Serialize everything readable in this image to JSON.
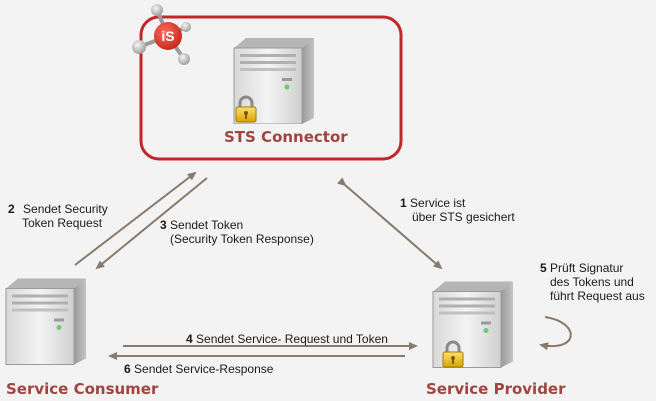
{
  "logo": {
    "text": "iS",
    "icon": "molecule-logo"
  },
  "nodes": {
    "sts": {
      "title": "STS Connector",
      "icon": "server-locked"
    },
    "consumer": {
      "title": "Service Consumer",
      "icon": "server"
    },
    "provider": {
      "title": "Service Provider",
      "icon": "server-locked"
    }
  },
  "steps": [
    {
      "num": "1",
      "lines": [
        "Service ist",
        "über STS  gesichert"
      ]
    },
    {
      "num": "2",
      "lines": [
        "Sendet Security",
        "Token Request"
      ]
    },
    {
      "num": "3",
      "lines": [
        "Sendet Token",
        "(Security Token Response)"
      ]
    },
    {
      "num": "4",
      "lines": [
        "Sendet Service- Request und Token"
      ]
    },
    {
      "num": "5",
      "lines": [
        "Prüft  Signatur",
        "des Tokens und",
        "führt Request aus"
      ]
    },
    {
      "num": "6",
      "lines": [
        "Sendet Service-Response"
      ]
    }
  ],
  "colors": {
    "arrow": "#8a7a6b",
    "box": "#c0262a",
    "title": "#a0443f",
    "lock": "#e6b400"
  }
}
